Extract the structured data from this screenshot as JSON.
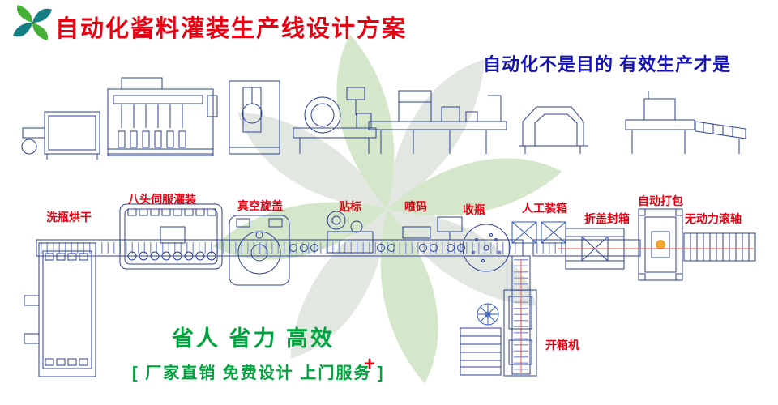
{
  "page": {
    "title": "自动化酱料灌装生产线设计方案",
    "slogan": "自动化不是目的  有效生产才是",
    "benefit": "省人  省力  高效",
    "footer": "[ 厂家直销  免费设计  上门服务 ]",
    "footer_plus": "+"
  },
  "machine_labels": [
    {
      "id": "washer-dryer",
      "text": "洗瓶烘干"
    },
    {
      "id": "servo-filler",
      "text": "八头伺服灌装"
    },
    {
      "id": "vacuum-capper",
      "text": "真空旋盖"
    },
    {
      "id": "labeler",
      "text": "贴标"
    },
    {
      "id": "inkjet-coder",
      "text": "喷码"
    },
    {
      "id": "bottle-collector",
      "text": "收瓶"
    },
    {
      "id": "manual-packing",
      "text": "人工装箱"
    },
    {
      "id": "flap-sealer",
      "text": "折盖封箱"
    },
    {
      "id": "auto-strapper",
      "text": "自动打包"
    },
    {
      "id": "gravity-roller",
      "text": "无动力滚轴"
    },
    {
      "id": "carton-opener",
      "text": "开箱机"
    }
  ],
  "icons": [
    {
      "name": "leaf-swirl-logo"
    },
    {
      "name": "background-pinwheel"
    }
  ],
  "colors": {
    "title_red": "#e60012",
    "slogan_blue": "#1512b5",
    "green_text": "#00a33e",
    "line_blue": "#2a3f96",
    "accent_blue": "#2f58c0",
    "conveyor_tick": "#95a3d8",
    "red_center_line": "#e8544f",
    "strap_orange": "#f0a830",
    "swirl_green": "#d5e7cb",
    "swirl_gray": "#e2e7e2"
  }
}
